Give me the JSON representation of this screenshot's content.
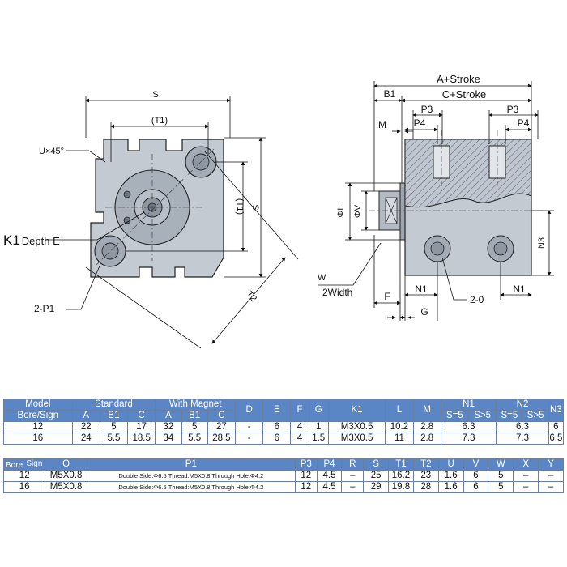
{
  "left_view": {
    "S_top": "S",
    "T1_top": "(T1)",
    "U": "U×45°",
    "T1_side": "(T1)",
    "S_side": "S",
    "K1": "K1",
    "depth_E": "Depth E",
    "P1": "2-P1",
    "T2": "T2"
  },
  "right_view": {
    "A_stroke": "A+Stroke",
    "B1": "B1",
    "C_stroke": "C+Stroke",
    "P3_left": "P3",
    "P3_right": "P3",
    "M": "M",
    "P4_left": "P4",
    "P4_right": "P4",
    "phiL": "ΦL",
    "phiV": "ΦV",
    "N3": "N3",
    "W": "W",
    "width2": "2Width",
    "F": "F",
    "N1_left": "N1",
    "N1_right": "N1",
    "G": "G",
    "O": "2-0"
  },
  "table1": {
    "headers": {
      "model": "Model",
      "bore_sign": "Bore/Sign",
      "standard": "Standard",
      "with_magnet": "With Magnet",
      "A": "A",
      "B1": "B1",
      "C": "C",
      "D": "D",
      "E": "E",
      "F": "F",
      "G": "G",
      "K1": "K1",
      "L": "L",
      "M": "M",
      "N1": "N1",
      "N2": "N2",
      "N3": "N3",
      "s5": "S=5",
      "sgt5": "S>5"
    },
    "rows": [
      {
        "bore": "12",
        "sA": "22",
        "sB1": "5",
        "sC": "17",
        "mA": "32",
        "mB1": "5",
        "mC": "27",
        "D": "-",
        "E": "6",
        "F": "4",
        "G": "1",
        "K1": "M3X0.5",
        "L": "10.2",
        "M": "2.8",
        "N1": "6.3",
        "N2": "6.3",
        "N3": "6"
      },
      {
        "bore": "16",
        "sA": "24",
        "sB1": "5.5",
        "sC": "18.5",
        "mA": "34",
        "mB1": "5.5",
        "mC": "28.5",
        "D": "-",
        "E": "6",
        "F": "4",
        "G": "1.5",
        "K1": "M3X0.5",
        "L": "11",
        "M": "2.8",
        "N1": "7.3",
        "N2": "7.3",
        "N3": "6.5"
      }
    ]
  },
  "table2": {
    "headers": {
      "bore": "Bore",
      "sign": "Sign",
      "O": "O",
      "P1": "P1",
      "P3": "P3",
      "P4": "P4",
      "R": "R",
      "S": "S",
      "T1": "T1",
      "T2": "T2",
      "U": "U",
      "V": "V",
      "W": "W",
      "X": "X",
      "Y": "Y"
    },
    "rows": [
      {
        "bore": "12",
        "O": "M5X0.8",
        "P1": "Double Side:Φ6.5  Thread:M5X0.8 Through Hole:Φ4.2",
        "P3": "12",
        "P4": "4.5",
        "R": "–",
        "S": "25",
        "T1": "16.2",
        "T2": "23",
        "U": "1.6",
        "V": "6",
        "W": "5",
        "X": "–",
        "Y": "–"
      },
      {
        "bore": "16",
        "O": "M5X0.8",
        "P1": "Double Side:Φ6.5  Thread:M5X0.8 Through Hole:Φ4.2",
        "P3": "12",
        "P4": "4.5",
        "R": "–",
        "S": "29",
        "T1": "19.8",
        "T2": "28",
        "U": "1.6",
        "V": "6",
        "W": "5",
        "X": "–",
        "Y": "–"
      }
    ]
  }
}
